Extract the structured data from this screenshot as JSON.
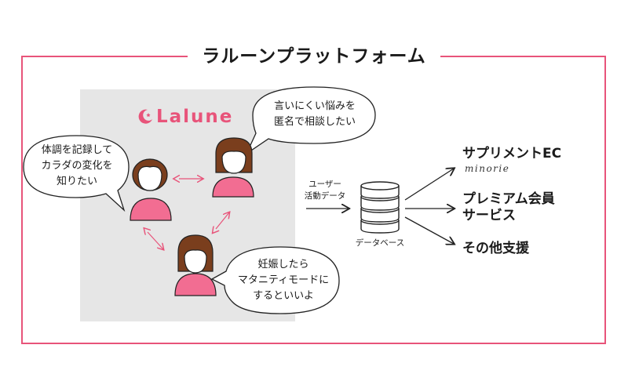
{
  "title": "ラルーンプラットフォーム",
  "brand": {
    "name": "Lalune"
  },
  "bubbles": {
    "left": [
      "体調を記録して",
      "カラダの変化を",
      "知りたい"
    ],
    "top": [
      "言いにくい悩みを",
      "匿名で相談したい"
    ],
    "bottom": [
      "妊娠したら",
      "マタニティモードに",
      "するといいよ"
    ]
  },
  "flow_label": [
    "ユーザー",
    "活動データ"
  ],
  "database_label": "データベース",
  "services": {
    "supplement": "サプリメントEC",
    "supplement_brand": "minorie",
    "premium": [
      "プレミアム会員",
      "サービス"
    ],
    "other": "その他支援"
  },
  "colors": {
    "accent": "#e8547a",
    "hair": "#7a3e1d",
    "skin": "#ffffff",
    "body": "#f26d92",
    "panel": "#e6e6e6"
  }
}
